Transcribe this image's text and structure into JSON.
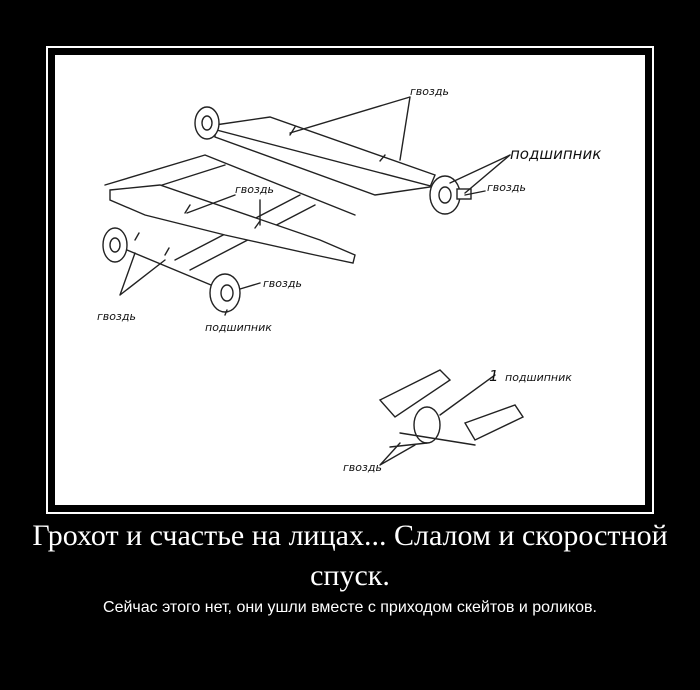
{
  "drawing": {
    "labels": {
      "nail_top": "гвоздь",
      "bearing_right": "подшипник",
      "nail_right": "гвоздь",
      "nail_middle": "гвоздь",
      "nail_lower": "гвоздь",
      "nail_left": "гвоздь",
      "bearing_lower": "подшипник",
      "detail_bearing": "подшипник",
      "detail_bearing_count": "1",
      "detail_nail": "гвоздь"
    }
  },
  "poster": {
    "title": "Грохот и счастье на лицах... Слалом и скоростной спуск.",
    "subtitle": "Сейчас этого нет, они ушли вместе с приходом скейтов и роликов."
  }
}
